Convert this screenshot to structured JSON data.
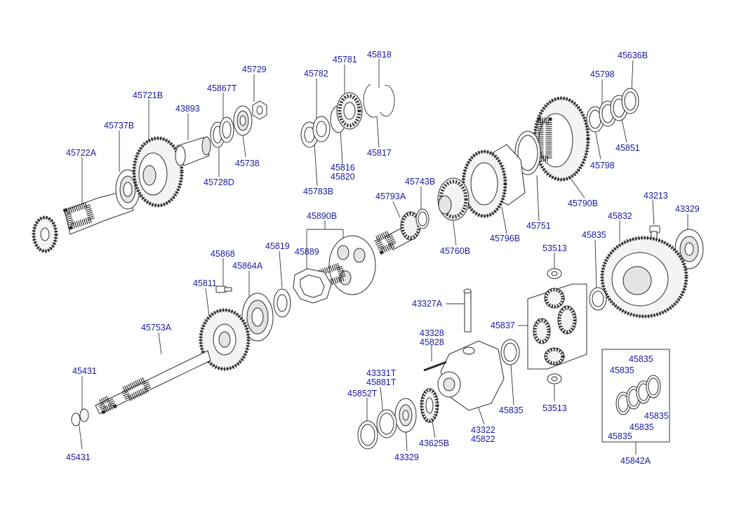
{
  "labels": {
    "p45722A": "45722A",
    "p45737B": "45737B",
    "p45721B": "45721B",
    "p43893": "43893",
    "p45867T": "45867T",
    "p45729": "45729",
    "p45738": "45738",
    "p45728D": "45728D",
    "p45782": "45782",
    "p45781": "45781",
    "p45818": "45818",
    "p45783B": "45783B",
    "p45816": "45816",
    "p45820": "45820",
    "p45817": "45817",
    "p45636B": "45636B",
    "p45798a": "45798",
    "p45798b": "45798",
    "p45851": "45851",
    "p45790B": "45790B",
    "p45751": "45751",
    "p45796B": "45796B",
    "p45760B": "45760B",
    "p45743B": "45743B",
    "p45793A": "45793A",
    "p45890B": "45890B",
    "p45889": "45889",
    "p45819": "45819",
    "p45868": "45868",
    "p45864A": "45864A",
    "p45811": "45811",
    "p45753A": "45753A",
    "p45431a": "45431",
    "p45431b": "45431",
    "p43213": "43213",
    "p43329a": "43329",
    "p45832": "45832",
    "p45835a": "45835",
    "p53513a": "53513",
    "p43327A": "43327A",
    "p45837": "45837",
    "p53513b": "53513",
    "p43328": "43328",
    "p45828": "45828",
    "p43331T": "43331T",
    "p45881T": "45881T",
    "p45852T": "45852T",
    "p43329b": "43329",
    "p43625B": "43625B",
    "p43322": "43322",
    "p45822": "45822",
    "p45835b": "45835",
    "p45835c": "45835",
    "p45835d": "45835",
    "p45835e": "45835",
    "p45835f": "45835",
    "p45835g": "45835",
    "p45842A": "45842A"
  }
}
